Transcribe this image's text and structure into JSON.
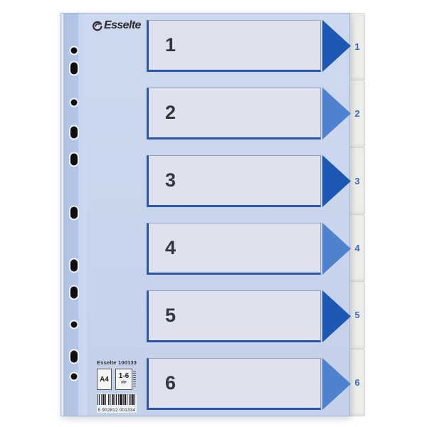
{
  "product": {
    "brand": "Esselte",
    "product_label": "Esselte 100133",
    "format_badge": "A4",
    "range_badge": "1-6",
    "material_badge": "PP",
    "barcode_digits": "5 902812 001334"
  },
  "rows": [
    {
      "number": "1",
      "shade": "dark"
    },
    {
      "number": "2",
      "shade": "light"
    },
    {
      "number": "3",
      "shade": "dark"
    },
    {
      "number": "4",
      "shade": "light"
    },
    {
      "number": "5",
      "shade": "dark"
    },
    {
      "number": "6",
      "shade": "light"
    }
  ],
  "tabs": [
    {
      "label": "1"
    },
    {
      "label": "2"
    },
    {
      "label": "3"
    },
    {
      "label": "4"
    },
    {
      "label": "5"
    },
    {
      "label": "6"
    }
  ],
  "holes": [
    "round",
    "oval",
    "round",
    "oval",
    "oval",
    "oval",
    "oval",
    "oval",
    "round",
    "oval",
    "round"
  ],
  "colors": {
    "sheet_body": "#c9d6ec",
    "punch_strip": "#b1c4e6",
    "box_fill": "#dde2ee",
    "box_border_blue": "#2b56aa",
    "arrow_dark": "#1d58b4",
    "arrow_light": "#4e82cf",
    "tab_bg": "#ecede8",
    "tab_text": "#3e6bbf",
    "logo_text": "#2b2b30"
  }
}
